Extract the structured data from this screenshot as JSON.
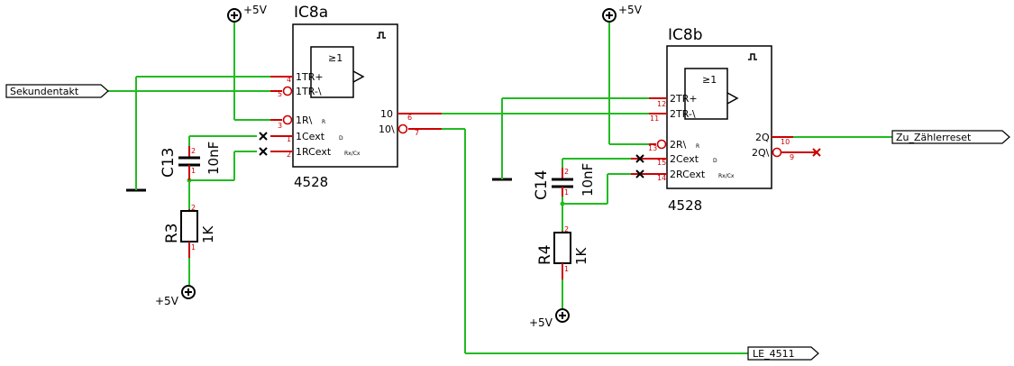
{
  "supply_label": "+5V",
  "ic_a": {
    "ref": "IC8a",
    "part": "4528",
    "gate_symbol": "≥1",
    "pins": [
      {
        "name": "1TR+",
        "num": "4"
      },
      {
        "name": "1TR-\\",
        "num": "5"
      },
      {
        "name": "1R\\",
        "sub": "R",
        "num": "3"
      },
      {
        "name": "1Cext",
        "sub": "D",
        "num": "1"
      },
      {
        "name": "1RCext",
        "sub": "Rx/Cx",
        "num": "2"
      },
      {
        "name": "10",
        "num": "6"
      },
      {
        "name": "10\\",
        "num": "7"
      }
    ]
  },
  "ic_b": {
    "ref": "IC8b",
    "part": "4528",
    "gate_symbol": "≥1",
    "pins": [
      {
        "name": "2TR+",
        "num": "12"
      },
      {
        "name": "2TR-\\",
        "num": "11"
      },
      {
        "name": "2R\\",
        "sub": "R",
        "num": "13"
      },
      {
        "name": "2Cext",
        "sub": "D",
        "num": "15"
      },
      {
        "name": "2RCext",
        "sub": "Rx/Cx",
        "num": "14"
      },
      {
        "name": "2Q",
        "num": "10"
      },
      {
        "name": "2Q\\",
        "num": "9"
      }
    ]
  },
  "components": {
    "c13": {
      "ref": "C13",
      "value": "10nF",
      "pin1": "1",
      "pin2": "2"
    },
    "r3": {
      "ref": "R3",
      "value": "1K",
      "pin1": "1",
      "pin2": "2"
    },
    "c14": {
      "ref": "C14",
      "value": "10nF",
      "pin1": "1",
      "pin2": "2"
    },
    "r4": {
      "ref": "R4",
      "value": "1K",
      "pin1": "1",
      "pin2": "2"
    }
  },
  "nets": {
    "sekundentakt": "Sekundentakt",
    "zaehlerreset": "Zu_Zählerreset",
    "le4511": "LE_4511"
  }
}
